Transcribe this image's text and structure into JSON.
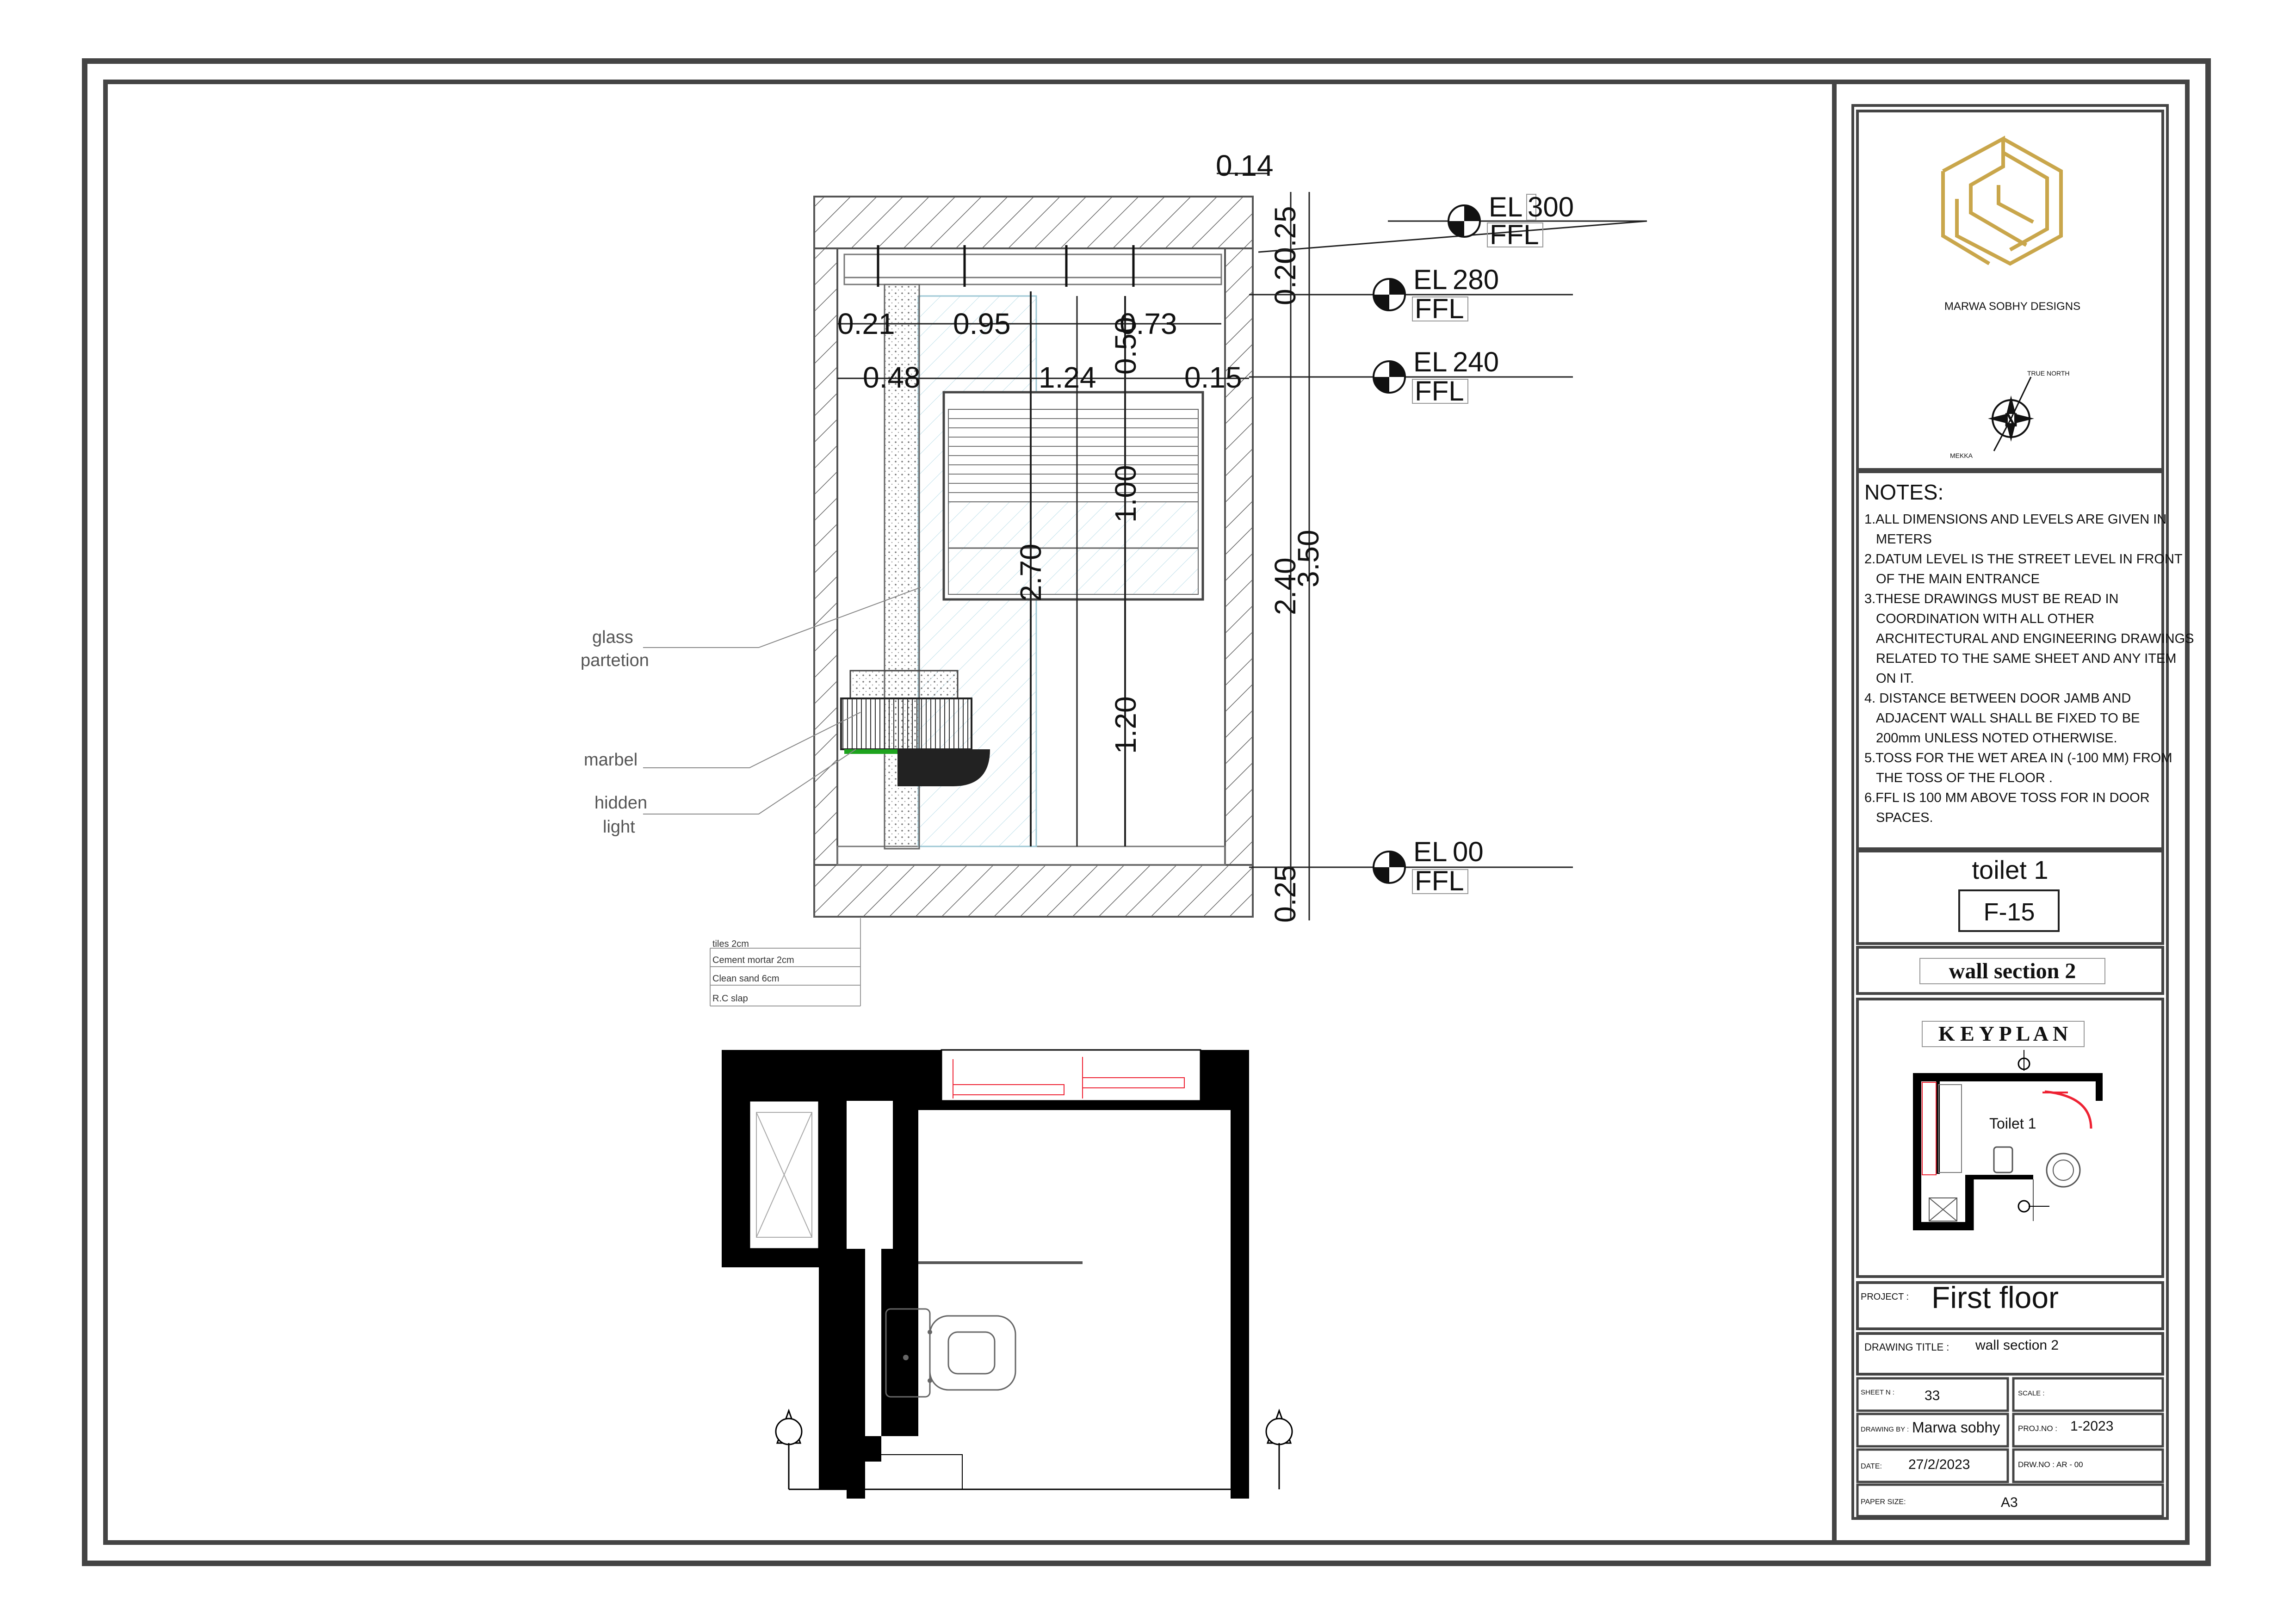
{
  "drawing": {
    "top_dim": "0.14",
    "h_dims_row1": [
      "0.21",
      "0.95",
      "0.73"
    ],
    "h_dims_row2": [
      "0.48",
      "1.24",
      "0.15"
    ],
    "v_dims": [
      "0.50",
      "1.00",
      "1.20",
      "2.70",
      "2.40",
      "3.50",
      "0.25",
      "0.20",
      "0.25"
    ],
    "levels": [
      {
        "el": "EL",
        "value": "300",
        "ffl": "FFL"
      },
      {
        "el": "EL",
        "value": "280",
        "ffl": "FFL"
      },
      {
        "el": "EL",
        "value": "240",
        "ffl": "FFL"
      },
      {
        "el": "EL",
        "value": "00",
        "ffl": "FFL"
      }
    ],
    "callouts": {
      "glass": "glass",
      "partetion": "partetion",
      "marbel": "marbel",
      "hidden": "hidden",
      "light": "light"
    },
    "layers": [
      "tiles 2cm",
      "Cement mortar 2cm",
      "Clean sand 6cm",
      "R.C slap"
    ]
  },
  "title_block": {
    "logo_text": "MARWA SOBHY DESIGNS",
    "compass": {
      "true_north": "TRUE NORTH",
      "mekka": "MEKKA",
      "n": "N"
    },
    "notes_title": "NOTES:",
    "notes": [
      "1.ALL DIMENSIONS AND LEVELS ARE GIVEN IN",
      "METERS",
      "2.DATUM LEVEL IS THE STREET LEVEL IN FRONT",
      "OF THE MAIN ENTRANCE",
      "3.THESE DRAWINGS MUST BE READ IN",
      "COORDINATION WITH ALL OTHER",
      "ARCHITECTURAL AND ENGINEERING DRAWINGS",
      "RELATED TO THE SAME SHEET AND ANY ITEM",
      "ON IT.",
      "4. DISTANCE BETWEEN DOOR JAMB AND",
      "ADJACENT WALL SHALL BE FIXED TO BE",
      "200mm UNLESS NOTED OTHERWISE.",
      "5.TOSS FOR THE WET AREA IN (-100 MM) FROM",
      "THE TOSS OF THE FLOOR .",
      "6.FFL IS 100 MM ABOVE TOSS FOR IN DOOR",
      "SPACES."
    ],
    "room": "toilet 1",
    "code": "F-15",
    "section": "wall section 2",
    "keyplan_title": "K E Y P L A N",
    "keyplan_room": "Toilet 1",
    "project_label": "PROJECT :",
    "project": "First  floor",
    "drawing_title_label": "DRAWING TITLE :",
    "drawing_title": "wall section 2",
    "sheet_label": "SHEET N :",
    "sheet": "33",
    "scale_label": "SCALE :",
    "drawn_label": "DRAWING BY :",
    "drawn": "Marwa sobhy",
    "proj_label": "PROJ.NO :",
    "proj": "1-2023",
    "date_label": "DATE:",
    "date": "27/2/2023",
    "drw_label": "DRW.NO :",
    "drw": "AR - 00",
    "paper_label": "PAPER SIZE:",
    "paper": "A3"
  }
}
